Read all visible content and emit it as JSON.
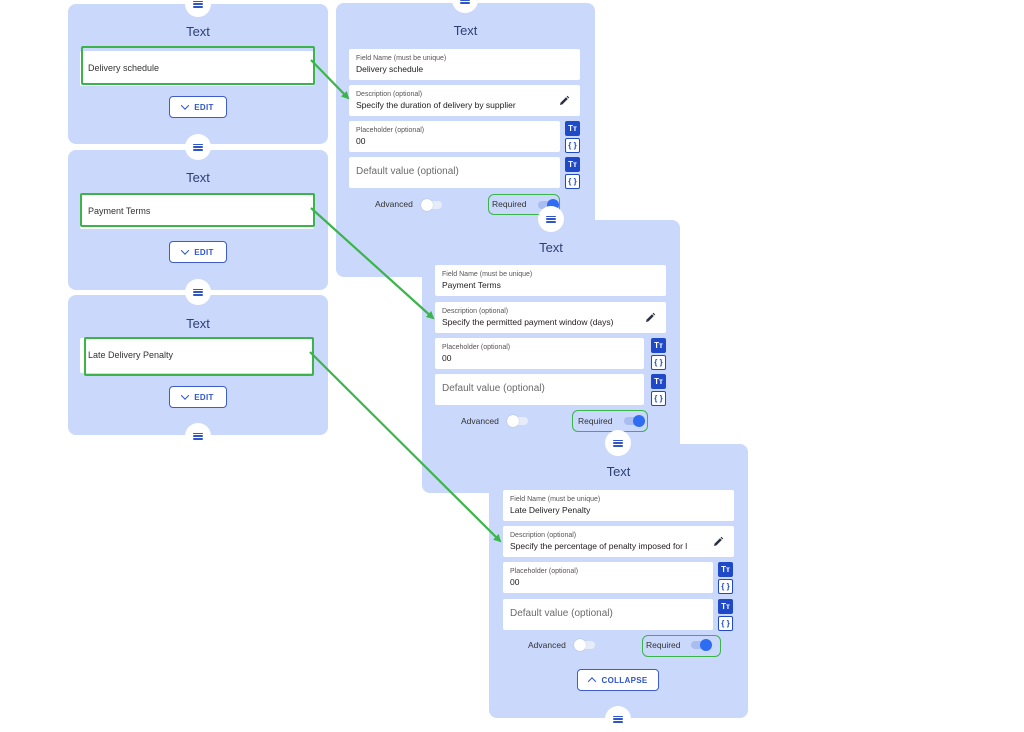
{
  "left_cards": [
    {
      "title": "Text",
      "field_value": "Delivery schedule",
      "edit_label": "EDIT"
    },
    {
      "title": "Text",
      "field_value": "Payment Terms",
      "edit_label": "EDIT"
    },
    {
      "title": "Text",
      "field_value": "Late Delivery Penalty",
      "edit_label": "EDIT"
    }
  ],
  "expanded_cards": [
    {
      "title": "Text",
      "field_name_label": "Field Name (must be unique)",
      "field_name_value": "Delivery schedule",
      "description_label": "Description (optional)",
      "description_value": "Specify the duration of delivery by supplier",
      "placeholder_label": "Placeholder (optional)",
      "placeholder_value": "00",
      "default_value_placeholder": "Default value (optional)",
      "advanced_label": "Advanced",
      "required_label": "Required"
    },
    {
      "title": "Text",
      "field_name_label": "Field Name (must be unique)",
      "field_name_value": "Payment Terms",
      "description_label": "Description (optional)",
      "description_value": "Specify the permitted payment window (days)",
      "placeholder_label": "Placeholder (optional)",
      "placeholder_value": "00",
      "default_value_placeholder": "Default value (optional)",
      "advanced_label": "Advanced",
      "required_label": "Required"
    },
    {
      "title": "Text",
      "field_name_label": "Field Name (must be unique)",
      "field_name_value": "Late Delivery Penalty",
      "description_label": "Description (optional)",
      "description_value": "Specify the percentage of penalty imposed for l",
      "placeholder_label": "Placeholder (optional)",
      "placeholder_value": "00",
      "default_value_placeholder": "Default value (optional)",
      "advanced_label": "Advanced",
      "required_label": "Required",
      "collapse_label": "COLLAPSE"
    }
  ],
  "icons": {
    "text_format": "Tт",
    "variable_braces": "{ }"
  },
  "colors": {
    "card_bg": "#c9d8fb",
    "accent_blue": "#2f55c9",
    "highlight_green": "#3bb54a"
  }
}
